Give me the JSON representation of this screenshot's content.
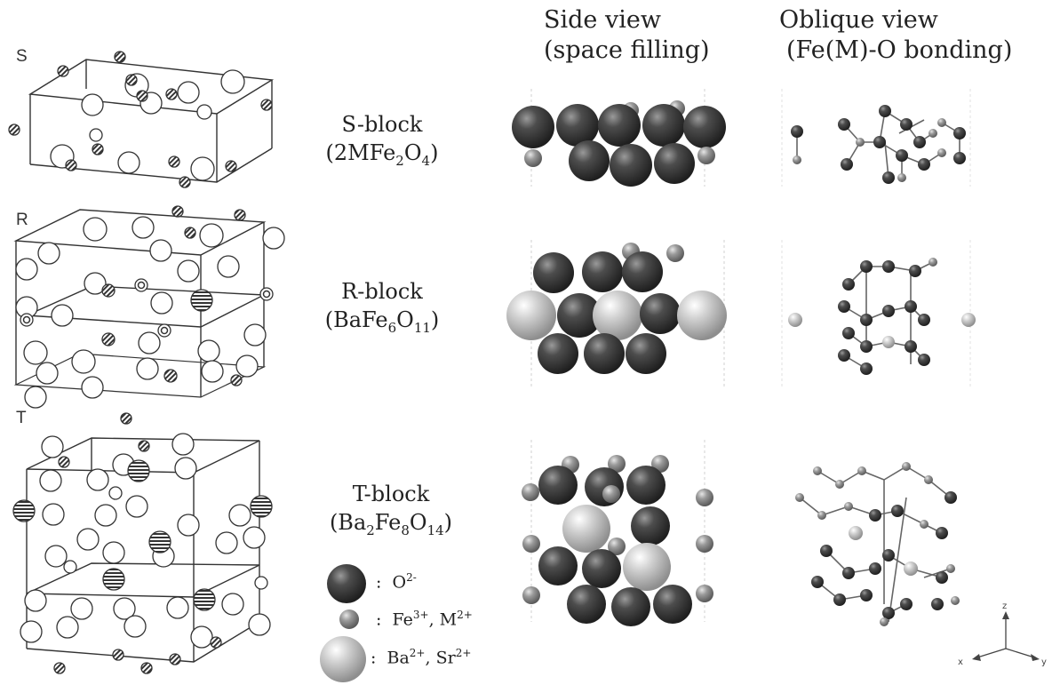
{
  "headers": {
    "side_view_line1": "Side view",
    "side_view_line2": "(space filling)",
    "oblique_view_line1": "Oblique view",
    "oblique_view_line2": "(Fe(M)-O bonding)"
  },
  "blocks": [
    {
      "letter": "S",
      "name": "S-block",
      "formula_parts": [
        "(2MFe",
        "2",
        "O",
        "4",
        ")"
      ]
    },
    {
      "letter": "R",
      "name": "R-block",
      "formula_parts": [
        "(BaFe",
        "6",
        "O",
        "11",
        ")"
      ]
    },
    {
      "letter": "T",
      "name": "T-block",
      "formula_parts": [
        "(Ba",
        "2",
        "Fe",
        "8",
        "O",
        "14",
        ")"
      ]
    }
  ],
  "legend": [
    {
      "key": "oxygen",
      "colon": ":",
      "label": "O",
      "sup": "2-"
    },
    {
      "key": "iron",
      "colon": ":",
      "label": "Fe",
      "sup": "3+",
      "label2": ", M",
      "sup2": "2+"
    },
    {
      "key": "barium",
      "colon": ":",
      "label": "Ba",
      "sup": "2+",
      "label2": ", Sr",
      "sup2": "2+"
    }
  ],
  "axes": {
    "z": "z",
    "x": "x",
    "y": "y"
  },
  "colors": {
    "oxygen": "#4a4a4a",
    "iron": "#8e8e8e",
    "barium": "#bdbdbd",
    "line": "#555555"
  }
}
